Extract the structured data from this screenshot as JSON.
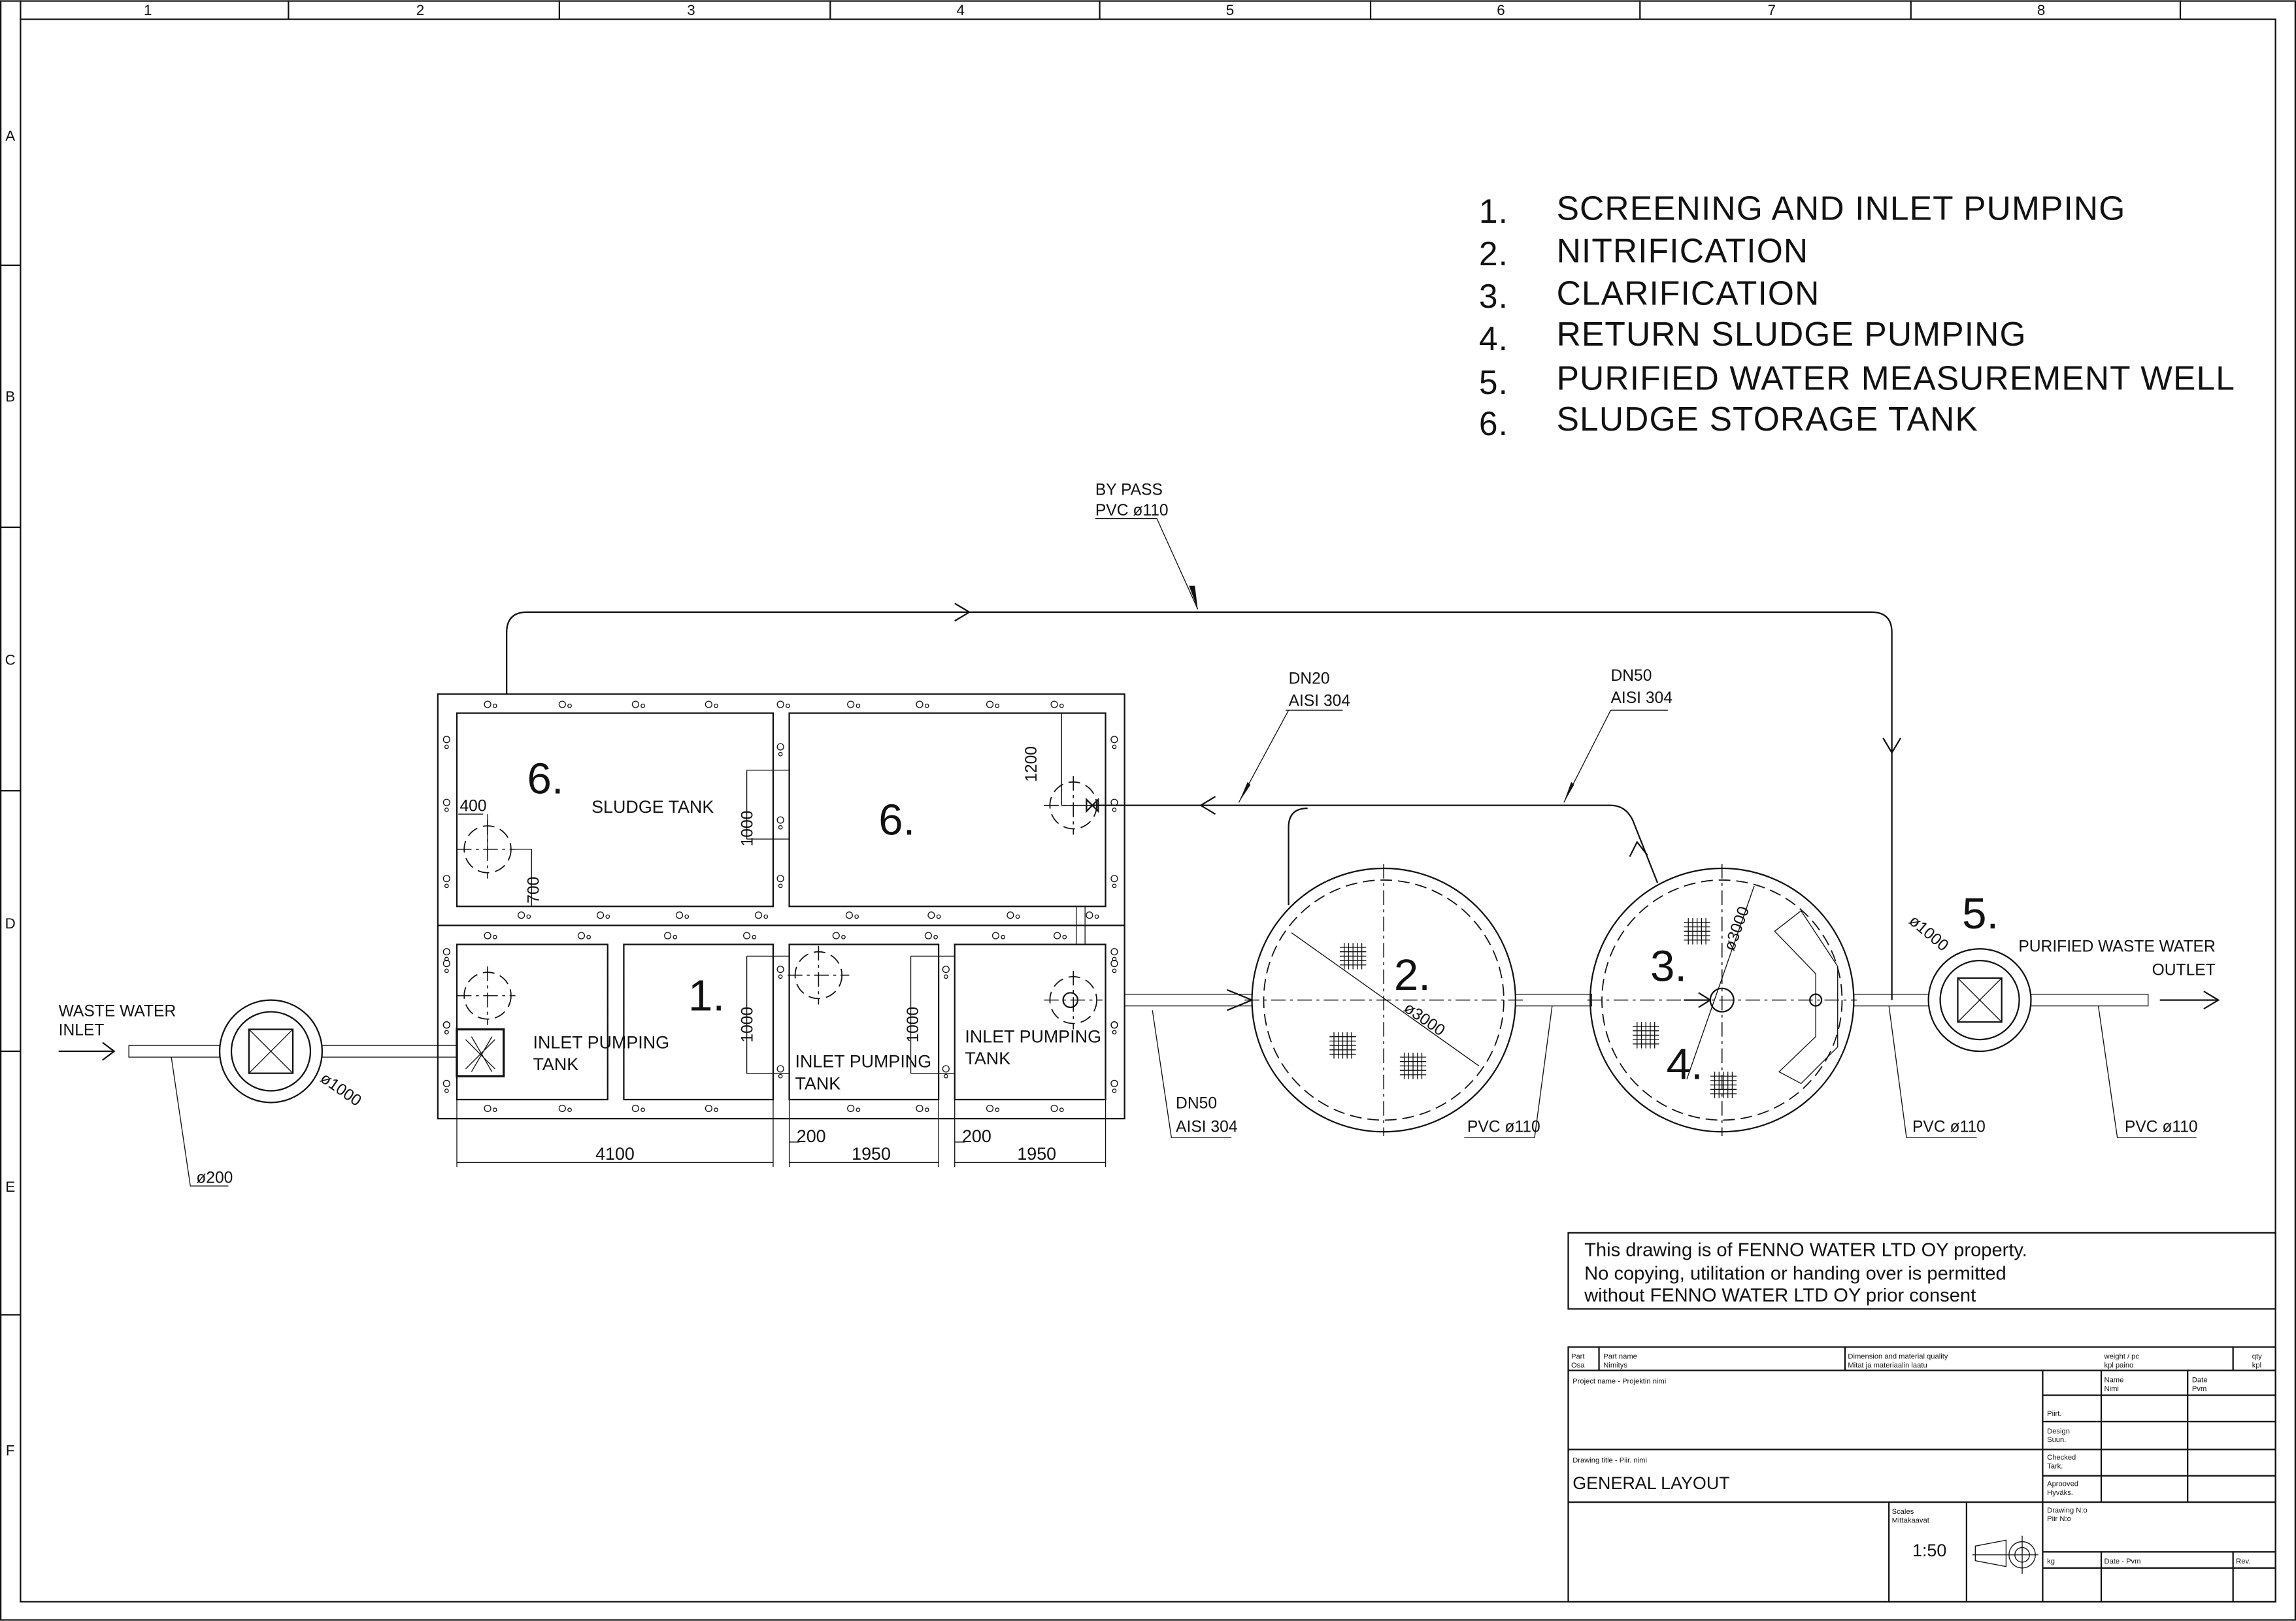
{
  "frame": {
    "columns": [
      "1",
      "2",
      "3",
      "4",
      "5",
      "6",
      "7",
      "8"
    ],
    "rows": [
      "A",
      "B",
      "C",
      "D",
      "E",
      "F"
    ]
  },
  "legend": [
    {
      "num": "1.",
      "label": "SCREENING AND INLET PUMPING"
    },
    {
      "num": "2.",
      "label": "NITRIFICATION"
    },
    {
      "num": "3.",
      "label": "CLARIFICATION"
    },
    {
      "num": "4.",
      "label": "RETURN SLUDGE PUMPING"
    },
    {
      "num": "5.",
      "label": "PURIFIED WATER MEASUREMENT WELL"
    },
    {
      "num": "6.",
      "label": "SLUDGE STORAGE TANK"
    }
  ],
  "tanks": {
    "sludge_num_a": "6.",
    "sludge_label": "SLUDGE TANK",
    "sludge_num_b": "6.",
    "inlet_num": "1.",
    "inlet_label_1": "INLET PUMPING",
    "inlet_label_2": "TANK",
    "clar_num": "3.",
    "nitr_num": "2.",
    "return_num": "4.",
    "well_num": "5."
  },
  "labels": {
    "waste_inlet_1": "WASTE WATER",
    "waste_inlet_2": "INLET",
    "bypass_1": "BY PASS",
    "bypass_2": "PVC ø110",
    "dn20_1": "DN20",
    "dn20_2": "AISI 304",
    "dn50_top_1": "DN50",
    "dn50_top_2": "AISI 304",
    "outlet_1": "PURIFIED WASTE WATER",
    "outlet_2": "OUTLET",
    "dn50_bot_1": "DN50",
    "dn50_bot_2": "AISI 304",
    "pvc_a": "PVC ø110",
    "pvc_b": "PVC ø110",
    "pvc_c": "PVC ø110",
    "d200": "ø200",
    "d1000_inlet": "ø1000",
    "d1000_well": "ø1000",
    "d3000_a": "ø3000",
    "d3000_b": "ø3000"
  },
  "dimensions": {
    "d400": "400",
    "d700": "700",
    "d1000_a": "1000",
    "d1200": "1200",
    "d1000_b": "1000",
    "d1000_c": "1000",
    "d4100": "4100",
    "d1950_a": "1950",
    "d1950_b": "1950",
    "d200_a": "200",
    "d200_b": "200"
  },
  "notice": [
    "This drawing is of FENNO WATER LTD OY property.",
    "No copying, utilitation or handing over is permitted",
    "without FENNO WATER LTD OY prior consent"
  ],
  "title_block": {
    "part_1": "Part",
    "part_2": "Osa",
    "part_name_1": "Part name",
    "part_name_2": "Nimitys",
    "dim_1": "Dimension and material quality",
    "dim_2": "Mitat ja materiaalin laatu",
    "weight_1": "weight / pc",
    "weight_2": "kpl paino",
    "qty_1": "qty",
    "qty_2": "kpl",
    "project_name": "Project name - Projektin nimi",
    "name_1": "Name",
    "name_2": "Nimi",
    "date_1": "Date",
    "date_2": "Pvm",
    "drawn": "Piirt.",
    "design_1": "Design",
    "design_2": "Suun.",
    "checked_1": "Checked",
    "checked_2": "Tark.",
    "approved_1": "Aprooved",
    "approved_2": "Hyväks.",
    "drawing_title_label": "Drawing title - Piir. nimi",
    "drawing_title": "GENERAL LAYOUT",
    "scales_1": "Scales",
    "scales_2": "Mittakaavat",
    "scale": "1:50",
    "drawing_no_1": "Drawing N:o",
    "drawing_no_2": "Piir N:o",
    "kg": "kg",
    "date_pvm": "Date - Pvm",
    "rev": "Rev."
  }
}
